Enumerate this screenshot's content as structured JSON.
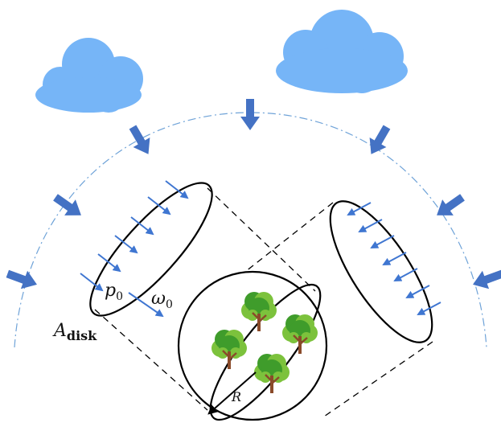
{
  "labels": {
    "p_main": "p",
    "p_sub": "0",
    "omega_main": "ω",
    "omega_sub": "0",
    "area_main": "A",
    "area_sub": "disk",
    "radius": "R"
  },
  "colors": {
    "cloud": "#76b5f7",
    "thick_arrow": "#4472c4",
    "thin_arrow": "#3f76d1",
    "dash_dot_arc": "#6fa3d8",
    "outline": "#000000",
    "tree_canopy_dark": "#3f9c2b",
    "tree_canopy_light": "#7cc23c",
    "tree_trunk": "#8a4b2a"
  },
  "icons": [
    "cloud-icon",
    "tree-icon"
  ]
}
